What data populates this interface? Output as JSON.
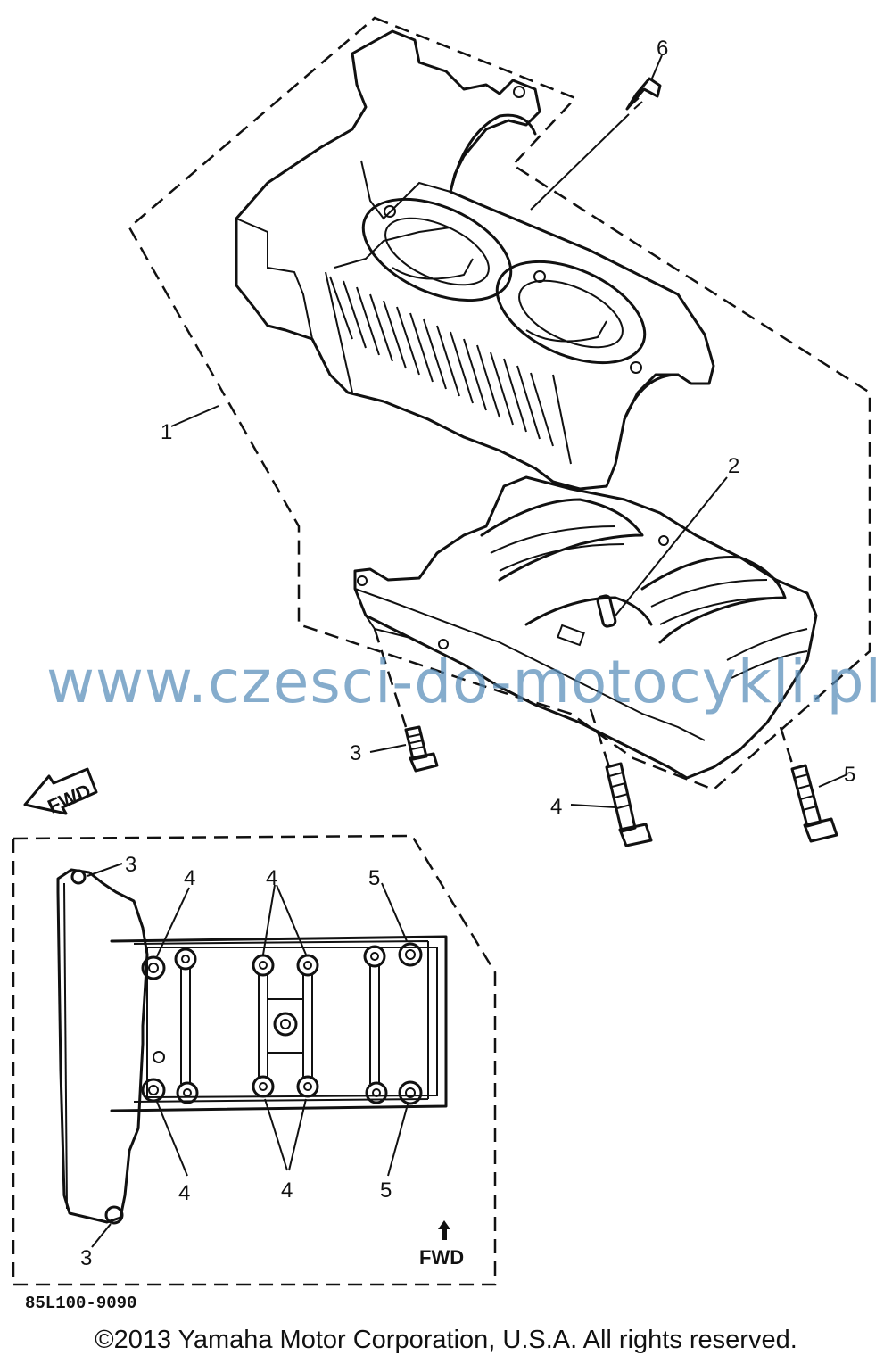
{
  "callouts": {
    "upper": {
      "p1": "1",
      "p2": "2",
      "p3": "3",
      "p4": "4",
      "p5": "5",
      "p6": "6"
    },
    "lower": {
      "p3_top": "3",
      "p3_bottom": "3",
      "p4_top_left": "4",
      "p4_top_mid": "4",
      "p4_bottom_left": "4",
      "p4_bottom_mid": "4",
      "p5_top": "5",
      "p5_bottom": "5"
    }
  },
  "fwd_labels": {
    "arrow_label": "FWD",
    "inset_label": "FWD"
  },
  "watermark": "www.czesci-do-motocykli.pl",
  "diagram_code": "85L100-9090",
  "copyright": "©2013 Yamaha Motor Corporation, U.S.A. All rights reserved.",
  "icons": [
    "fwd-arrow-icon",
    "up-arrow-icon"
  ]
}
